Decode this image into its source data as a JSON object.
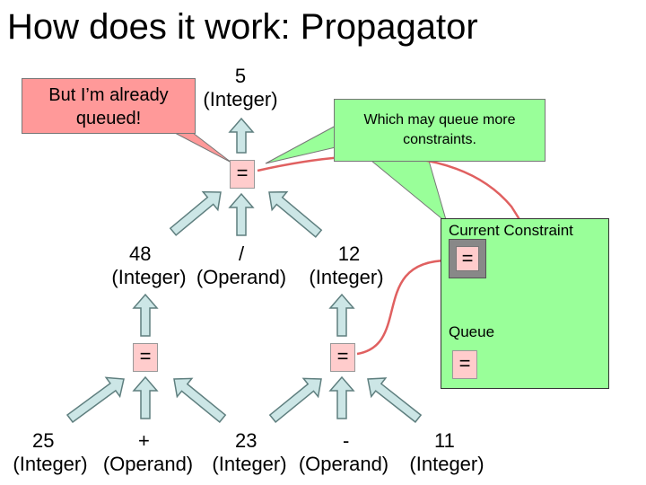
{
  "title": "How does it work: Propagator",
  "nodes": {
    "top_five": {
      "value": "5",
      "type": "(Integer)"
    },
    "mid_48": {
      "value": "48",
      "type": "(Integer)"
    },
    "mid_div": {
      "value": "/",
      "type": "(Operand)"
    },
    "mid_12": {
      "value": "12",
      "type": "(Integer)"
    },
    "bot_25": {
      "value": "25",
      "type": "(Integer)"
    },
    "bot_plus": {
      "value": "+",
      "type": "(Operand)"
    },
    "bot_23": {
      "value": "23",
      "type": "(Integer)"
    },
    "bot_minus": {
      "value": "-",
      "type": "(Operand)"
    },
    "bot_11": {
      "value": "11",
      "type": "(Integer)"
    }
  },
  "constraints": {
    "top": "=",
    "left": "=",
    "right": "=",
    "current": "=",
    "queued": "="
  },
  "callouts": {
    "already_queued_line1": "But I’m already",
    "already_queued_line2": "queued!",
    "may_queue_line1": "Which may queue more",
    "may_queue_line2": "constraints."
  },
  "panel": {
    "current_label": "Current Constraint",
    "queue_label": "Queue"
  },
  "colors": {
    "constraint_fill": "#ffcccc",
    "red_callout": "#ff9999",
    "green_callout": "#99ff99",
    "arrow_fill": "#cce6e6",
    "arrow_stroke": "#5f7f7f",
    "curve": "#e06060"
  }
}
